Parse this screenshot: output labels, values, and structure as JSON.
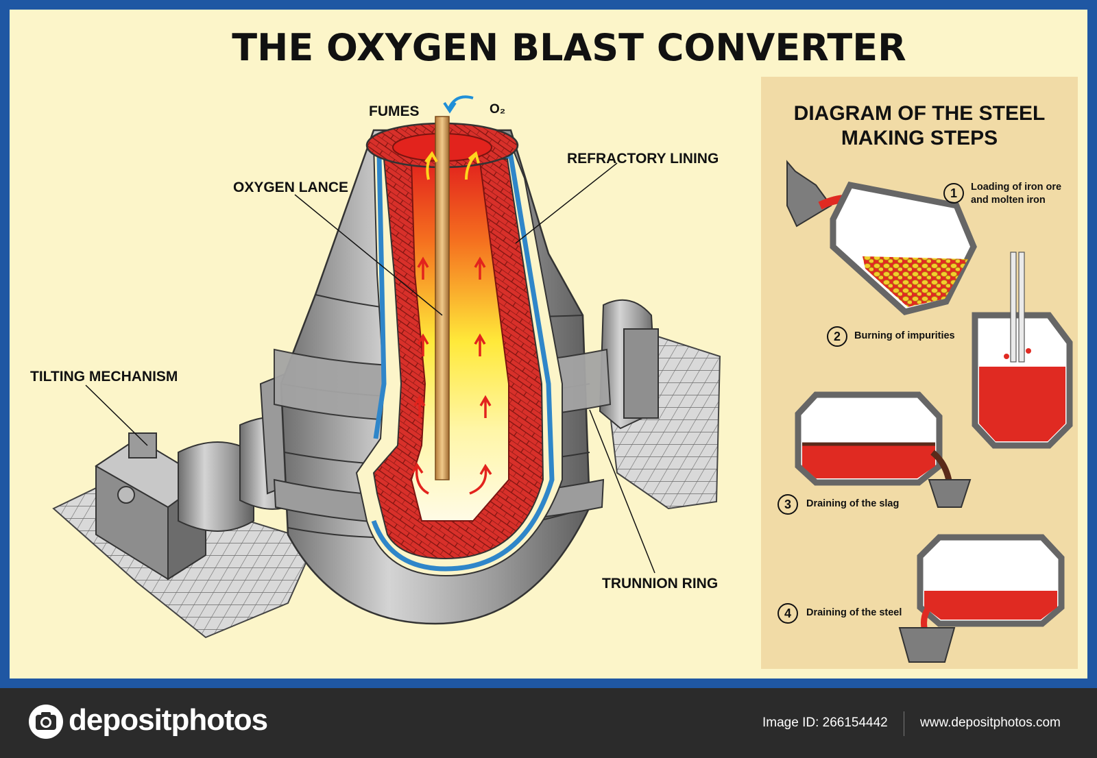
{
  "title": "THE OXYGEN BLAST CONVERTER",
  "labels": {
    "fumes": "FUMES",
    "o2": "O₂",
    "refractory_lining": "REFRACTORY LINING",
    "oxygen_lance": "OXYGEN LANCE",
    "tilting_mechanism": "TILTING MECHANISM",
    "trunnion_ring": "TRUNNION RING"
  },
  "panel": {
    "title_line1": "DIAGRAM OF THE STEEL",
    "title_line2": "MAKING STEPS",
    "steps": [
      {
        "number": "1",
        "line1": "Loading of iron ore",
        "line2": "and molten iron"
      },
      {
        "number": "2",
        "line1": "Burning of impurities",
        "line2": ""
      },
      {
        "number": "3",
        "line1": "Draining of the slag",
        "line2": ""
      },
      {
        "number": "4",
        "line1": "Draining of the steel",
        "line2": ""
      }
    ]
  },
  "footer": {
    "brand": "depositphotos",
    "image_id": "Image ID: 266154442",
    "website": "www.depositphotos.com"
  },
  "colors": {
    "frame": "#1f57a3",
    "background": "#fcf5c9",
    "panel": "#f1dba6",
    "brick": "#d8302a",
    "steel": "#a7a7a7",
    "lining_blue": "#2f86c9",
    "molten": "#e02a22",
    "ore": "#f2cf2d"
  }
}
